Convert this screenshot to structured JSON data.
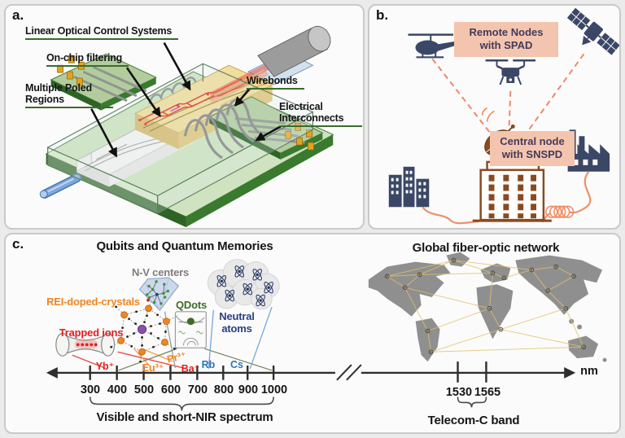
{
  "panel_a": {
    "label": "a.",
    "annotations": {
      "locs": "Linear Optical Control Systems",
      "filtering": "On-chip filtering",
      "poled": "Multiple Poled Regions",
      "wirebonds": "Wirebonds",
      "interconnects": "Electrical Interconnects"
    }
  },
  "panel_b": {
    "label": "b.",
    "remote_label": "Remote Nodes with SPAD",
    "central_label": "Central node with SNSPD"
  },
  "panel_c": {
    "label": "c.",
    "left_title": "Qubits and Quantum Memories",
    "right_title": "Global fiber-optic network",
    "systems": {
      "trapped_ions": "Trapped ions",
      "rei": "REI-doped-crystals",
      "nv": "N-V centers",
      "qdots": "QDots",
      "neutral_atoms": "Neutral atoms"
    },
    "ions": {
      "yb": "Yb⁺",
      "eu": "Eu³⁺",
      "pr": "Pr³⁺",
      "ba": "Ba⁺",
      "rb": "Rb",
      "cs": "Cs"
    },
    "axis": {
      "visible_ticks": [
        "300",
        "400",
        "500",
        "600",
        "700",
        "800",
        "900",
        "1000"
      ],
      "telecom_ticks": [
        "1530",
        "1565"
      ],
      "unit": "nm",
      "visible_band": "Visible and short-NIR spectrum",
      "telecom_band": "Telecom-C band"
    }
  },
  "colors": {
    "salmon_box": "#f4c5ae",
    "box_text": "#433a5c",
    "icon_navy": "#3b4766",
    "building_brown": "#8a4a1f",
    "fiber_orange": "#ef8f68",
    "underline_green": "#3a6b2c",
    "red": "#e31e1e",
    "orange": "#f08622",
    "blue": "#2e75b6",
    "qdots_green": "#3f6b28",
    "nv_gray": "#7e7e7e",
    "neutral_navy": "#2b3f7f",
    "map_gray": "#8f8f8f",
    "link_yellow": "#e3c169"
  }
}
